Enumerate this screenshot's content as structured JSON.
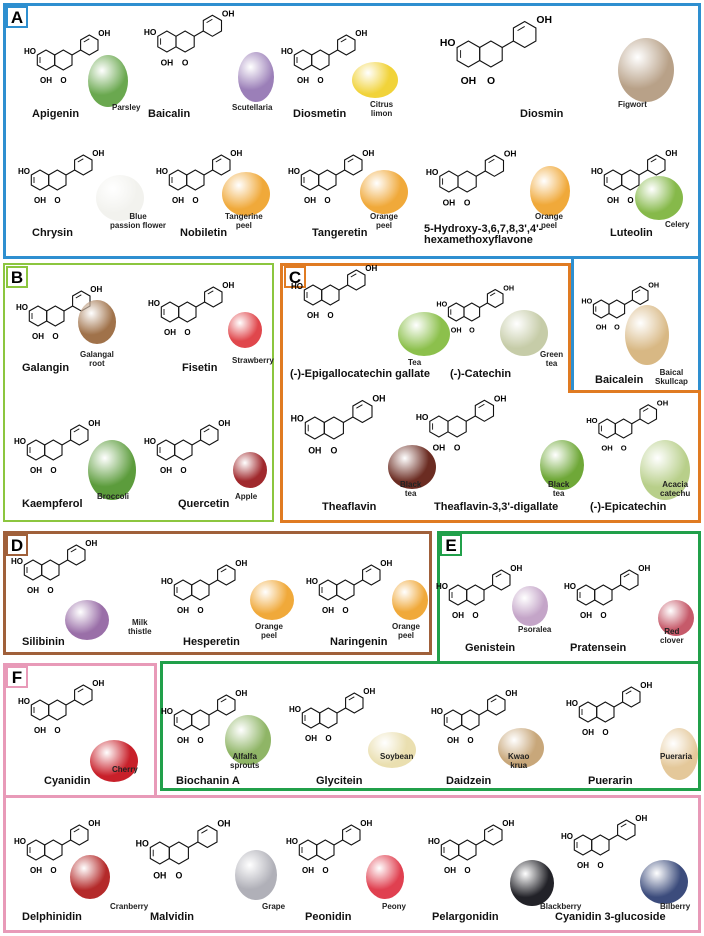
{
  "colors": {
    "A": "#2e8fd0",
    "B": "#8cc63f",
    "C": "#e07b22",
    "D": "#a0603a",
    "E": "#21a04a",
    "F": "#e89ab8"
  },
  "sections": {
    "A": {
      "label": "A",
      "items": [
        {
          "name": "Apigenin",
          "source": "Parsley",
          "icon": "parsley-icon"
        },
        {
          "name": "Baicalin",
          "source": "Scutellaria",
          "icon": "scutellaria-icon"
        },
        {
          "name": "Diosmetin",
          "source": "Citrus\nlimon",
          "icon": "lemon-icon"
        },
        {
          "name": "Diosmin",
          "source": "Figwort",
          "icon": "figwort-icon"
        },
        {
          "name": "Chrysin",
          "source": "Blue\npassion flower",
          "icon": "passion-flower-icon"
        },
        {
          "name": "Nobiletin",
          "source": "Tangerine\npeel",
          "icon": "tangerine-peel-icon"
        },
        {
          "name": "Tangeretin",
          "source": "Orange\npeel",
          "icon": "orange-peel-icon"
        },
        {
          "name": "5-Hydroxy-3,6,7,8,3',4'-\nhexamethoxyflavone",
          "source": "Orange\npeel",
          "icon": "orange-peel-icon"
        },
        {
          "name": "Luteolin",
          "source": "Celery",
          "icon": "celery-icon"
        },
        {
          "name": "Baicalein",
          "source": "Baical\nSkullcap",
          "icon": "skullcap-root-icon"
        }
      ]
    },
    "B": {
      "label": "B",
      "items": [
        {
          "name": "Galangin",
          "source": "Galangal\nroot",
          "icon": "galangal-icon"
        },
        {
          "name": "Fisetin",
          "source": "Strawberry",
          "icon": "strawberry-icon"
        },
        {
          "name": "Kaempferol",
          "source": "Broccoli",
          "icon": "broccoli-icon"
        },
        {
          "name": "Quercetin",
          "source": "Apple",
          "icon": "apple-icon"
        }
      ]
    },
    "C": {
      "label": "C",
      "items": [
        {
          "name": "(-)-Epigallocatechin gallate",
          "source": "Tea",
          "icon": "tea-leaf-icon"
        },
        {
          "name": "(-)-Catechin",
          "source": "Green\ntea",
          "icon": "green-tea-icon"
        },
        {
          "name": "Theaflavin",
          "source": "Black\ntea",
          "icon": "black-tea-icon"
        },
        {
          "name": "Theaflavin-3,3'-digallate",
          "source": "Black\ntea",
          "icon": "black-tea-leaf-icon"
        },
        {
          "name": "(-)-Epicatechin",
          "source": "Acacia\ncatechu",
          "icon": "acacia-icon"
        }
      ]
    },
    "D": {
      "label": "D",
      "items": [
        {
          "name": "Silibinin",
          "source": "Milk\nthistle",
          "icon": "thistle-icon"
        },
        {
          "name": "Hesperetin",
          "source": "Orange\npeel",
          "icon": "orange-peel-icon"
        },
        {
          "name": "Naringenin",
          "source": "Orange\npeel",
          "icon": "orange-peel-icon"
        }
      ]
    },
    "E": {
      "label": "E",
      "items": [
        {
          "name": "Genistein",
          "source": "Psoralea",
          "icon": "psoralea-icon"
        },
        {
          "name": "Pratensein",
          "source": "Red\nclover",
          "icon": "clover-icon"
        },
        {
          "name": "Biochanin A",
          "source": "Alfalfa\nsprouts",
          "icon": "alfalfa-icon"
        },
        {
          "name": "Glycitein",
          "source": "Soybean",
          "icon": "soybean-icon"
        },
        {
          "name": "Daidzein",
          "source": "Kwao\nkrua",
          "icon": "kwao-krua-icon"
        },
        {
          "name": "Puerarin",
          "source": "Pueraria",
          "icon": "pueraria-icon"
        }
      ]
    },
    "F": {
      "label": "F",
      "items": [
        {
          "name": "Cyanidin",
          "source": "Cherry",
          "icon": "cherry-icon"
        },
        {
          "name": "Delphinidin",
          "source": "Cranberry",
          "icon": "cranberry-icon"
        },
        {
          "name": "Malvidin",
          "source": "Grape",
          "icon": "grape-icon"
        },
        {
          "name": "Peonidin",
          "source": "Peony",
          "icon": "peony-icon"
        },
        {
          "name": "Pelargonidin",
          "source": "Blackberry",
          "icon": "blackberry-icon"
        },
        {
          "name": "Cyanidin 3-glucoside",
          "source": "Bilberry",
          "icon": "bilberry-icon"
        }
      ]
    }
  }
}
